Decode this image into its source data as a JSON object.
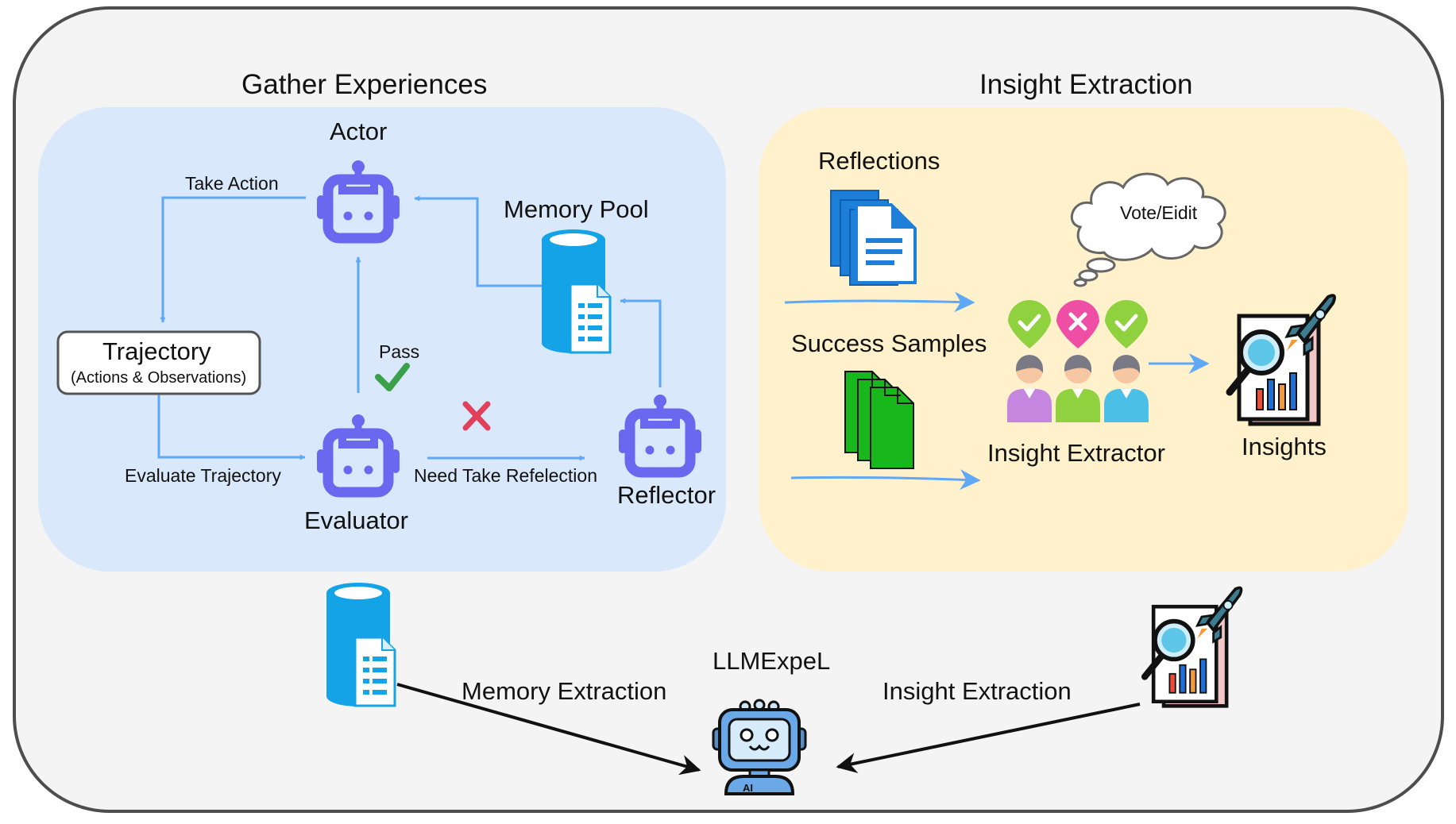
{
  "colors": {
    "outer_fill": "#f4f4f4",
    "outer_stroke": "#4d4d4d",
    "left_panel": "#dae8fb",
    "right_panel": "#fff1cc",
    "robot": "#6b68f0",
    "arrow_blue": "#5fa8f5",
    "arrow_black": "#111111",
    "pass_check": "#3aa04a",
    "fail_cross": "#e0405a",
    "db_cyan": "#14a3e6",
    "doc_blue": "#1e7fd8",
    "doc_green": "#18b81c",
    "pin_green": "#8fd13e",
    "pin_pink": "#ee4fa5"
  },
  "left_section": {
    "title": "Gather Experiences",
    "actor": "Actor",
    "memory_pool": "Memory Pool",
    "take_action": "Take Action",
    "trajectory_title": "Trajectory",
    "trajectory_subtitle": "(Actions & Observations)",
    "pass": "Pass",
    "evaluate_trajectory": "Evaluate Trajectory",
    "evaluator": "Evaluator",
    "need_reflection": "Need Take Refelection",
    "reflector": "Reflector"
  },
  "right_section": {
    "title": "Insight Extraction",
    "reflections": "Reflections",
    "success_samples": "Success Samples",
    "vote_edit": "Vote/Eidit",
    "insight_extractor": "Insight Extractor",
    "insights": "Insights"
  },
  "bottom": {
    "memory_extraction": "Memory Extraction",
    "llmexpel": "LLMExpeL",
    "insight_extraction": "Insight Extraction",
    "ai_badge": "AI"
  },
  "icons": [
    "robot-icon",
    "database-document-icon",
    "document-stack-icon",
    "thought-cloud-icon",
    "check-pin-icon",
    "cross-pin-icon",
    "person-icon",
    "insight-report-icon",
    "ai-robot-icon"
  ]
}
